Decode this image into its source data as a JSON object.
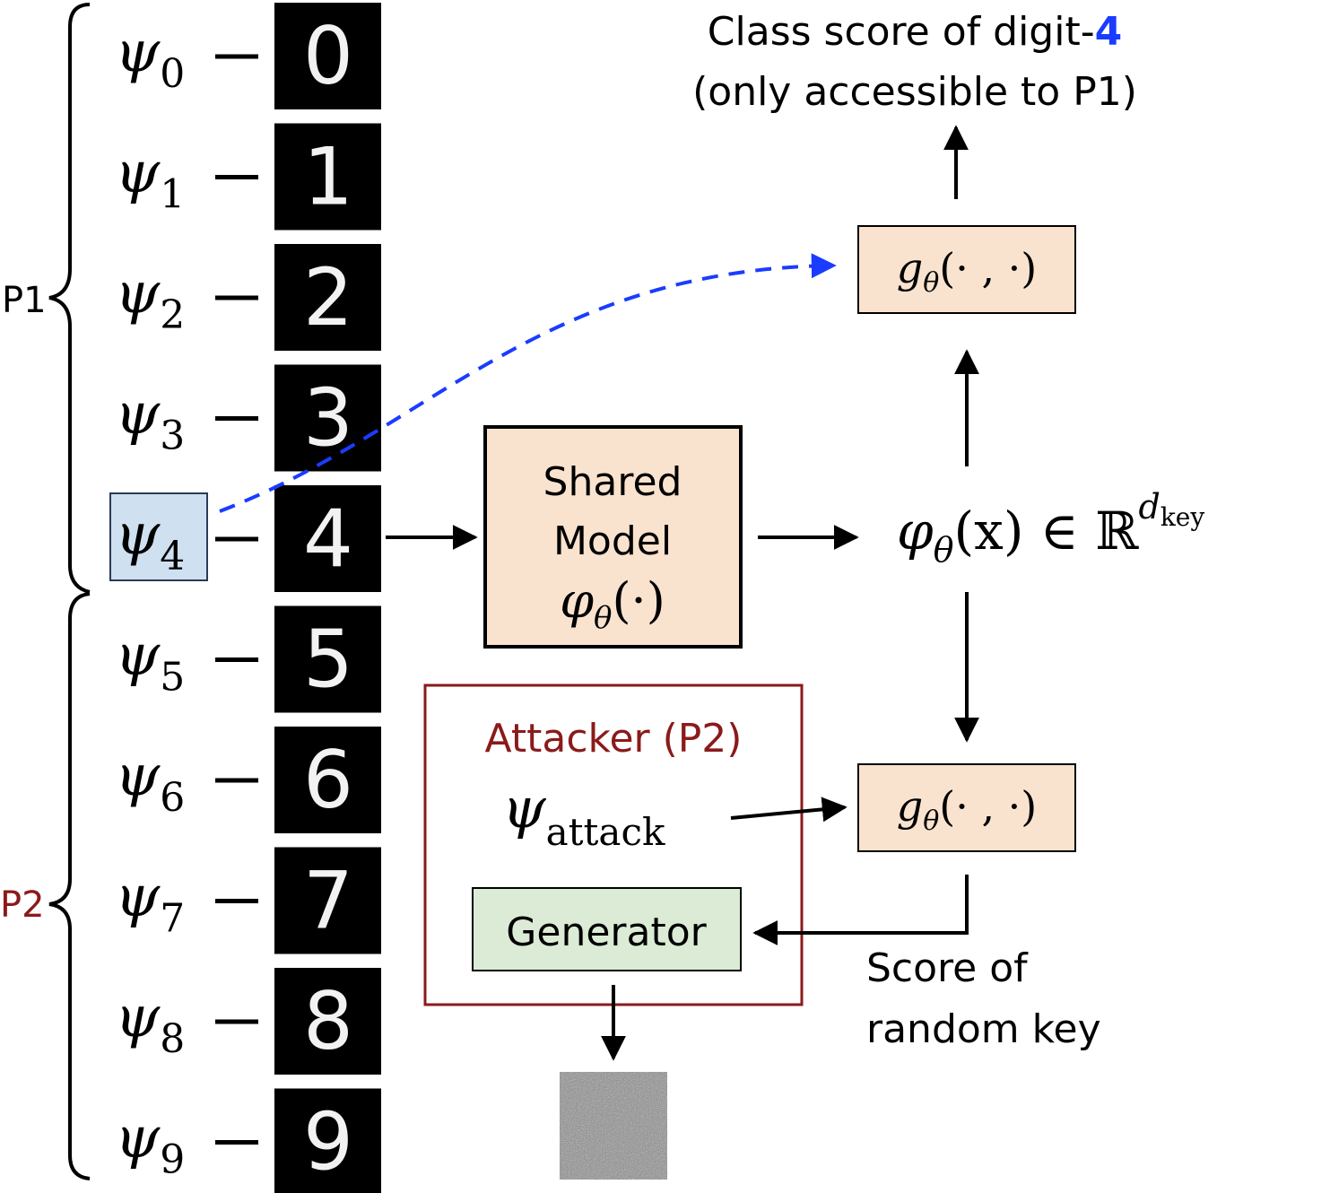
{
  "groups": {
    "p1_label": "P1",
    "p2_label": "P2",
    "p1_color": "#000000",
    "p2_color": "#8b1a1a"
  },
  "keys": [
    {
      "symbol": "ψ",
      "sub": "0",
      "digit": "0"
    },
    {
      "symbol": "ψ",
      "sub": "1",
      "digit": "1"
    },
    {
      "symbol": "ψ",
      "sub": "2",
      "digit": "2"
    },
    {
      "symbol": "ψ",
      "sub": "3",
      "digit": "3"
    },
    {
      "symbol": "ψ",
      "sub": "4",
      "digit": "4",
      "highlighted": true
    },
    {
      "symbol": "ψ",
      "sub": "5",
      "digit": "5"
    },
    {
      "symbol": "ψ",
      "sub": "6",
      "digit": "6"
    },
    {
      "symbol": "ψ",
      "sub": "7",
      "digit": "7"
    },
    {
      "symbol": "ψ",
      "sub": "8",
      "digit": "8"
    },
    {
      "symbol": "ψ",
      "sub": "9",
      "digit": "9"
    }
  ],
  "dash": "–",
  "top_caption": {
    "line1_prefix": "Class score of digit-",
    "line1_digit": "4",
    "line2": "(only accessible to P1)",
    "digit_color": "#1a3cff"
  },
  "shared_model": {
    "line1": "Shared",
    "line2": "Model",
    "func": "φ",
    "func_sub": "θ",
    "func_args": "(·)",
    "fill": "#f9e3cf"
  },
  "embedding": {
    "func": "φ",
    "func_sub": "θ",
    "args": "(x) ∈ ℝ",
    "sup": "d",
    "sup_sub": "key"
  },
  "g_box_top": {
    "func": "g",
    "sub": "θ",
    "args": "(· , ·)",
    "fill": "#f9e3cf"
  },
  "g_box_bottom": {
    "func": "g",
    "sub": "θ",
    "args": "(· , ·)",
    "fill": "#f9e3cf"
  },
  "attacker": {
    "title": "Attacker (P2)",
    "symbol": "ψ",
    "sub": "attack",
    "title_color": "#8b1a1a",
    "generator_label": "Generator",
    "generator_fill": "#dcebd5"
  },
  "score_caption": {
    "line1": "Score of",
    "line2": "random key"
  },
  "colors": {
    "highlight_fill": "#cfe0f0",
    "dashed_arrow": "#1a3cff"
  }
}
